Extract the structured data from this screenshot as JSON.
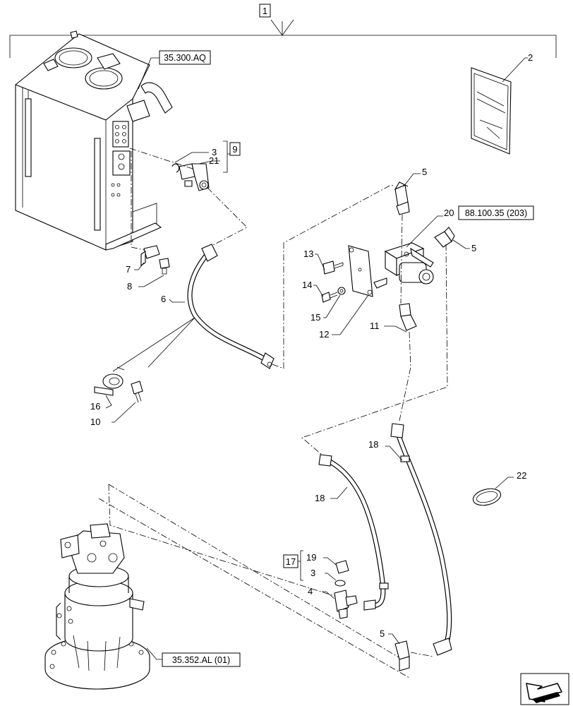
{
  "assembly_label": "1",
  "ref_boxes": {
    "tank": "35.300.AQ",
    "valve": "88.100.35 (203)",
    "motor": "35.352.AL (01)"
  },
  "kit_labels": {
    "kit_9": "9",
    "kit_17": "17"
  },
  "callouts": {
    "c2": "2",
    "c3a": "3",
    "c21": "21",
    "c5a": "5",
    "c20": "20",
    "c5b": "5",
    "c13": "13",
    "c14": "14",
    "c15": "15",
    "c12": "12",
    "c11": "11",
    "c6": "6",
    "c7": "7",
    "c8": "8",
    "c16": "16",
    "c10": "10",
    "c18a": "18",
    "c18b": "18",
    "c22": "22",
    "c19": "19",
    "c3b": "3",
    "c4": "4",
    "c5c": "5"
  },
  "icons": {
    "navigation": "next-page-arrow-icon"
  }
}
